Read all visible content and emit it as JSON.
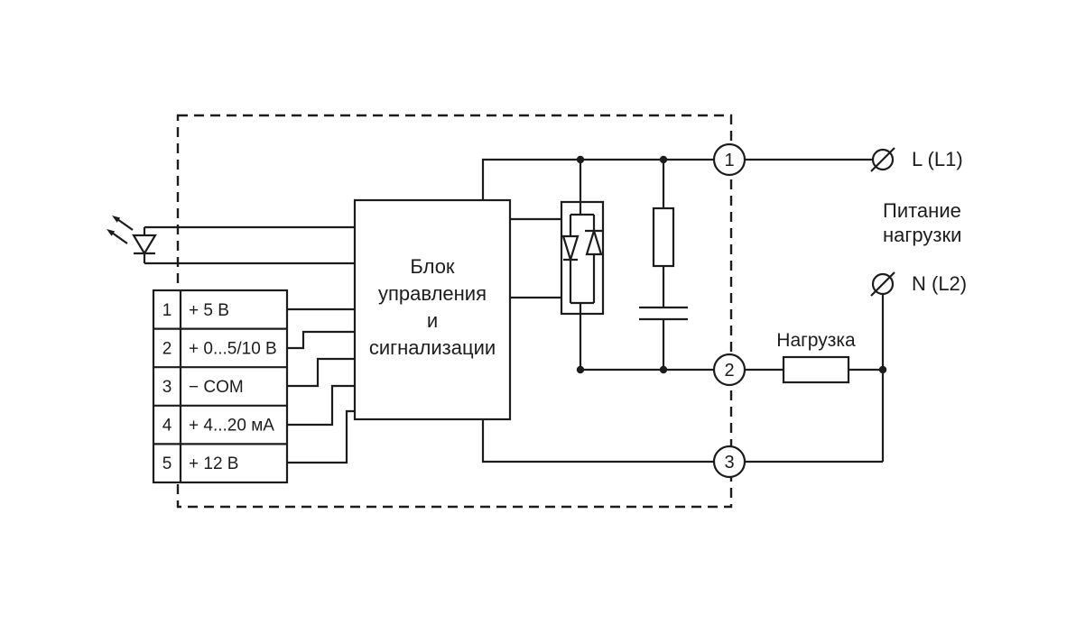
{
  "diagram": {
    "control_block": {
      "lines": [
        "Блок",
        "управления",
        "и",
        "сигнализации"
      ]
    },
    "terminal_table": {
      "rows": [
        {
          "num": "1",
          "label": "+  5 В"
        },
        {
          "num": "2",
          "label": "+  0...5/10 В"
        },
        {
          "num": "3",
          "label": "−  COM"
        },
        {
          "num": "4",
          "label": "+  4...20 мА"
        },
        {
          "num": "5",
          "label": "+  12 В"
        }
      ]
    },
    "output_terminals": [
      {
        "id": "1"
      },
      {
        "id": "2"
      },
      {
        "id": "3"
      }
    ],
    "external": {
      "line_label": "L (L1)",
      "neutral_label": "N (L2)",
      "load_label": "Нагрузка",
      "power_caption": [
        "Питание",
        "нагрузки"
      ]
    },
    "colors": {
      "stroke": "#1c1c1c",
      "background": "#ffffff"
    }
  }
}
